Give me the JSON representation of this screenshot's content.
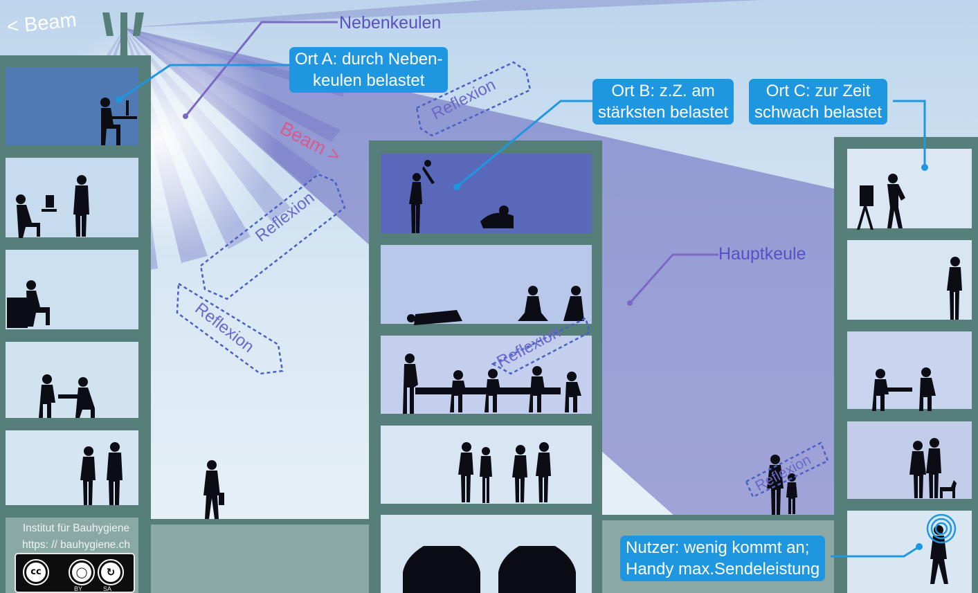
{
  "labels": {
    "beam_left": "< Beam",
    "beam_center": "Beam >",
    "nebenkeulen": "Nebenkeulen",
    "hauptkeule": "Hauptkeule"
  },
  "callouts": {
    "ort_a": [
      "Ort A: durch Neben-",
      "keulen belastet"
    ],
    "ort_b": [
      "Ort B:  z.Z. am",
      "stärksten belastet"
    ],
    "ort_c": [
      "Ort C:  zur Zeit",
      "schwach belastet"
    ],
    "nutzer": [
      "Nutzer: wenig kommt an;",
      "Handy max.Sendeleistung"
    ]
  },
  "reflexion_label": "Reflexion",
  "credit": {
    "line1": "Institut für Bauhygiene",
    "line2": "https: // bauhygiene.ch",
    "license_badge": [
      "cc",
      "BY",
      "SA"
    ]
  },
  "colors": {
    "sky": "#cfe2f0",
    "beam": "#5a58b8",
    "building": "#567f79",
    "room": "#cfe1ef",
    "callout": "#1f97e0",
    "label_purple": "#5a4fc4",
    "beam_label": "#d95a8c",
    "reflexion": "#6a68c9"
  },
  "icons": [
    "person-silhouette-icon",
    "car-icon",
    "easel-icon",
    "phone-signal-icon",
    "creative-commons-icon"
  ]
}
